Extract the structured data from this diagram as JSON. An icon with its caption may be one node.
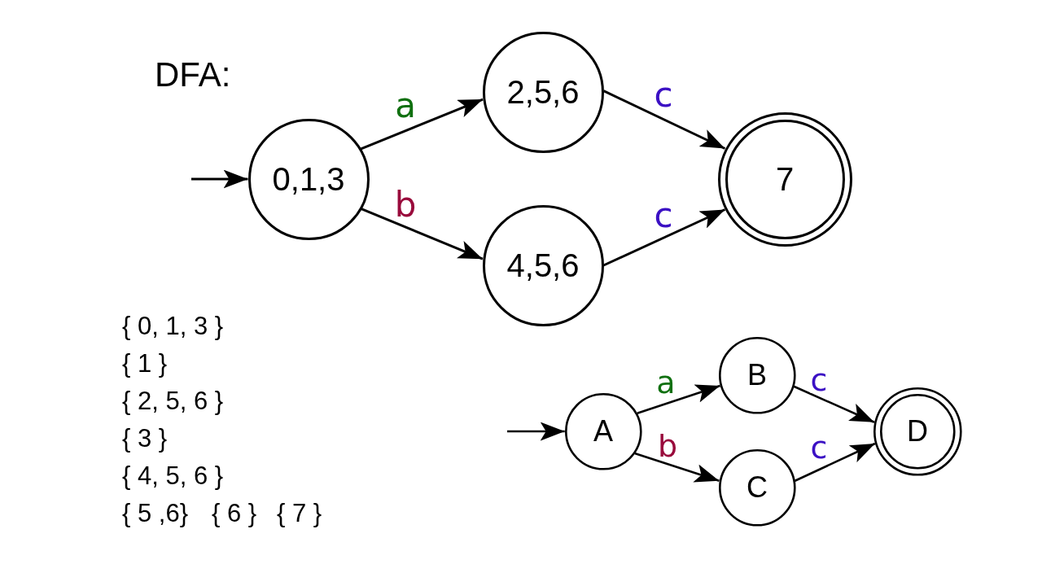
{
  "diagram": {
    "title": "DFA:",
    "nodes": [
      {
        "text": [
          "0,1,3"
        ]
      },
      {
        "text": [
          "2,5,6"
        ]
      },
      {
        "text": [
          "4,5,6"
        ]
      },
      {
        "text": [
          "7"
        ]
      },
      {
        "text": [
          "A"
        ]
      },
      {
        "text": [
          "B"
        ]
      },
      {
        "text": [
          "C"
        ]
      },
      {
        "text": [
          "D"
        ]
      }
    ],
    "edges": [
      {
        "from": null,
        "to": 0,
        "arrow": "to"
      },
      {
        "from": 0,
        "to": 1,
        "arrow": "to",
        "label": "a"
      },
      {
        "from": 0,
        "to": 2,
        "arrow": "to",
        "label": "b"
      },
      {
        "from": 1,
        "to": 3,
        "arrow": "to",
        "label": "c"
      },
      {
        "from": 2,
        "to": 3,
        "arrow": "to",
        "label": "c"
      },
      {
        "from": null,
        "to": 4,
        "arrow": "to"
      },
      {
        "from": 4,
        "to": 5,
        "arrow": "to",
        "label": "a"
      },
      {
        "from": 4,
        "to": 6,
        "arrow": "to",
        "label": "b"
      },
      {
        "from": 5,
        "to": 7,
        "arrow": "to",
        "label": "c"
      },
      {
        "from": 6,
        "to": 7,
        "arrow": "to",
        "label": "c"
      }
    ],
    "labels": [
      "{ 0, 1, 3 }",
      "{ 1 }",
      "{ 2, 5, 6 }",
      "{ 3 }",
      "{ 4, 5, 6 }",
      "{ 5 ,6}",
      "{ 6 }",
      "{ 7 }"
    ]
  }
}
